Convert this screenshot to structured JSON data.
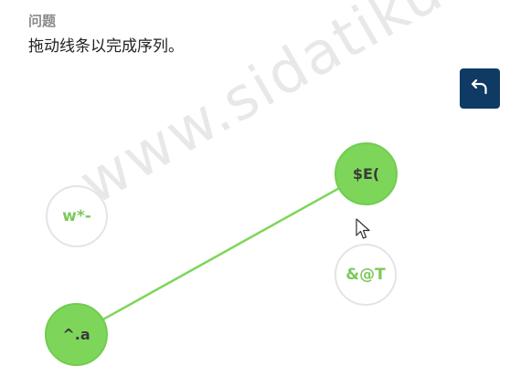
{
  "question": {
    "title": "问题",
    "instruction": "拖动线条以完成序列。"
  },
  "toolbar": {
    "undo_icon": "undo-arrow-icon"
  },
  "watermark": {
    "text": "www.sidatiku.com"
  },
  "nodes": [
    {
      "id": "node-1",
      "label": "^.a",
      "state": "connected"
    },
    {
      "id": "node-2",
      "label": "$E(",
      "state": "connected"
    },
    {
      "id": "node-3",
      "label": "w*-",
      "state": "unconnected"
    },
    {
      "id": "node-4",
      "label": "&@T",
      "state": "unconnected"
    }
  ],
  "connections": [
    {
      "from": "^.a",
      "to": "$E("
    }
  ],
  "colors": {
    "node_fill": "#7dd65a",
    "line": "#7dd65a",
    "undo_button": "#0e3a64",
    "empty_node_text": "#7cc95a"
  }
}
